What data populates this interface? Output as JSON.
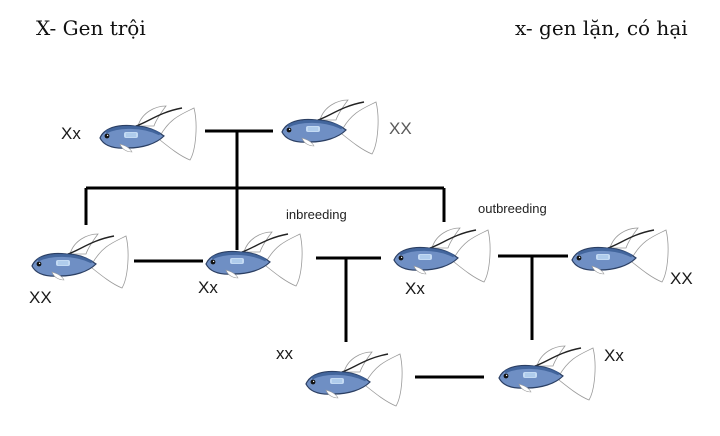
{
  "legend": {
    "dominant": "X- Gen trội",
    "recessive": "x- gen lặn, có hại"
  },
  "labels": {
    "inbreeding": "inbreeding",
    "outbreeding": "outbreeding"
  },
  "genotypes": {
    "parent_left": "Xx",
    "parent_right": "XX",
    "child1": "XX",
    "child2": "Xx",
    "child3": "Xx",
    "outsider": "XX",
    "offspring_left": "xx",
    "offspring_right": "Xx"
  },
  "colors": {
    "fish_body": "#6f8fc4",
    "fish_back": "#3c5f96",
    "line": "#000000"
  }
}
